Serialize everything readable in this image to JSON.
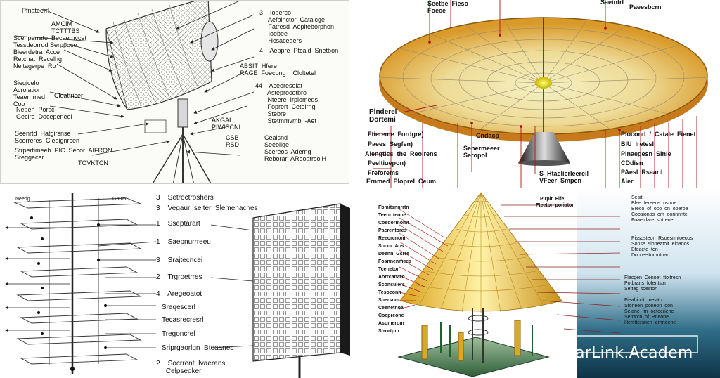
{
  "panel1": {
    "labels": [
      "Pfnateerrl",
      "AMCIM\nTCTTTBS",
      "Scenperrate  Becaernvcet\nTessdeorrod Serppoce\nBieerdetra  Acce\nRetchat  Recelhg\nNeltagerpe  Ro",
      "3    Ioberco\n     Aefbinctor  Catalcge\n     Fatresd  Aepiteborphon\n     Ioebee\n     Hcsacegers",
      "4    Aeppre  Ptcaid  Snetbon",
      "ABSIT  Hfere\nRAGE  Foecong    Cloltetel",
      "Siegicelo\nAcrolatior\nTeaernmed\nCoo",
      "Cloattricer",
      "Nepeh  Porsc\nGecire  Docepeneol",
      "44    Aceeresolat\n       Asteprocotbro\n       Nteere  Irplomeds\n       Foprert  Ceteirng\n       Stebre\n       Stetmmvmb  -Aet",
      "AKGAI\nPIWISCNI",
      "CSB\nRSD",
      "Seenrtd  Hatgirsnse\nScerreres  Cleoignrcen",
      "Strpertimeeb  PIC  Secor  AIFRON\nSreggecer",
      "TOVKTCN",
      "Ceaisnd\nSeeolige\nScereos  Aderng\nReborar  AReoatrsoiH"
    ]
  },
  "panel2": {
    "labels": [
      "Seetbe  Fieso\nFoece",
      "Saeintrl",
      "Paeesbcrn",
      "Plnderel\nDortemi",
      "Ftiereme  Fordgre)",
      "Paees  Segfen)",
      "Alengtics  the  Reoirens",
      "Peeltiuepon)",
      "Freforems",
      "Ernmed  Ploprel  Ceum",
      "Cndacp",
      "Senermeeer\nSeropol",
      "S  Htaelierleereil\nVFeer  Smpen",
      "Plocond  /  Catale  Fienet",
      "BIU  Iretesl",
      "Plnaegesn  Sinle",
      "CDdisn",
      "PAesl  Rsaaril",
      "Aier"
    ]
  },
  "panel3": {
    "labels": [
      "Neerig",
      "Gnum",
      "3    Setroctroshers",
      "3    Vegaur  seiter  Slemenaches",
      "1    Sseptarart",
      "1    Saepnurrreeu",
      "3    Srajtecncei",
      "2    Trgroetrres",
      "4    Aregeoatot",
      "Sreqescerl",
      "Tecasrecresrl",
      "Tregoncrel",
      "Sriprgaorlgn  Bteaanes",
      "2    Socrrent  Ivaerans\n     Celpseoker"
    ]
  },
  "panel4": {
    "left_labels": [
      "Fbmitsnnrrtn",
      "Teeortteone",
      "Coedormomt",
      "Pacrentores",
      "Reeorcnom",
      "Socor  Aos",
      "Deenn  Gsrre",
      "Fosnnenmees",
      "Tcenetor",
      "Aorrcanaro",
      "Sconsuiers",
      "Tesoeonn",
      "Sbersom",
      "Ceenetnoa",
      "Coepreone",
      "Asomerom",
      "Strortpm"
    ],
    "top_labels": [
      "Pirplt  Fife",
      "Fteetor  poriator"
    ],
    "right_labels": [
      "Sesit\nBlee  fereeos  nsone\nBreco  of  oco  on  ooeroe\nCoosionos  om  oonnnnte\nFoaerdare  sotrene",
      "Pissosteon  Rsoesrmtoeoos\nSonse  sioneatoit  elnanos\nBfeaete  ton\nDooreettomotnan",
      "Flacgen  Cenoet  ttoitresn\nPotbrans  fofentstn\nSetteg  toeston",
      "Fieabiorit  toeiato\nSfoneen  poneon  oon\nSeiane  fm  oetoeriene\nSerrtorn  of  Pneone\nHeriittersnen  ornneene"
    ],
    "brand_text": "arLink.Academ"
  }
}
